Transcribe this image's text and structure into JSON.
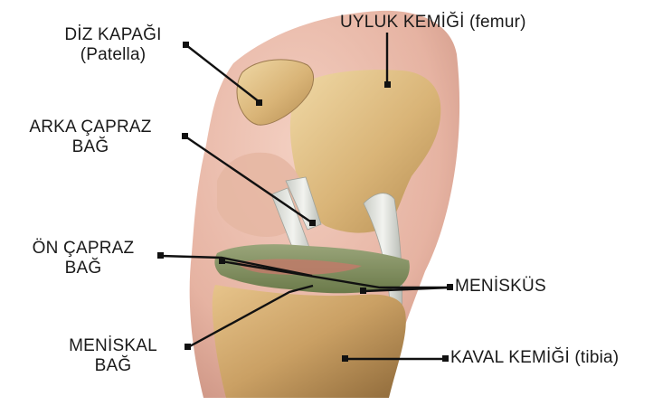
{
  "labels": {
    "patella": {
      "line1": "DİZ KAPAĞI",
      "line2": "(Patella)"
    },
    "femur": {
      "line1": "UYLUK KEMİĞİ (femur)"
    },
    "pcl": {
      "line1": "ARKA ÇAPRAZ",
      "line2": "BAĞ"
    },
    "acl": {
      "line1": "ÖN ÇAPRAZ",
      "line2": "BAĞ"
    },
    "meniscus": {
      "line1": "MENİSKÜS"
    },
    "meniscal_ligament": {
      "line1": "MENİSKAL",
      "line2": "BAĞ"
    },
    "tibia": {
      "line1": "KAVAL KEMİĞİ (tibia)"
    }
  }
}
